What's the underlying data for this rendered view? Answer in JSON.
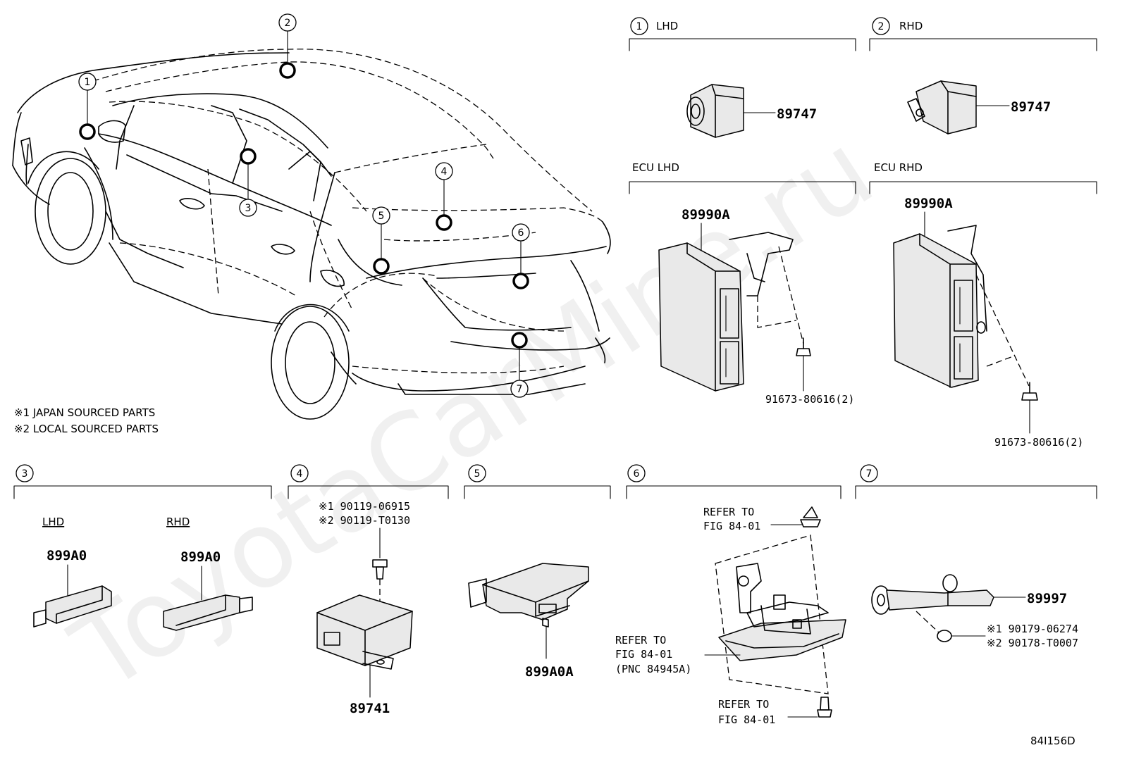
{
  "callouts": [
    "1",
    "2",
    "3",
    "4",
    "5",
    "6",
    "7"
  ],
  "sections": {
    "s1": {
      "num": "1",
      "title": "LHD",
      "part": "89747"
    },
    "s2": {
      "num": "2",
      "title": "RHD",
      "part": "89747"
    },
    "ecu_lhd": {
      "title": "ECU  LHD",
      "part": "89990A",
      "bolt": "91673-80616(2)"
    },
    "ecu_rhd": {
      "title": "ECU  RHD",
      "part": "89990A",
      "bolt": "91673-80616(2)"
    },
    "s3": {
      "num": "3",
      "lhd_label": "LHD",
      "rhd_label": "RHD",
      "part_lhd": "899A0",
      "part_rhd": "899A0"
    },
    "s4": {
      "num": "4",
      "bolt_j": "※1 90119-06915",
      "bolt_l": "※2 90119-T0130",
      "part": "89741"
    },
    "s5": {
      "num": "5",
      "part": "899A0A"
    },
    "s6": {
      "num": "6",
      "ref_top": [
        "REFER TO",
        "FIG 84-01"
      ],
      "ref_left": [
        "REFER TO",
        "FIG 84-01",
        "(PNC 84945A)"
      ],
      "ref_bottom": [
        "REFER TO",
        "FIG 84-01"
      ]
    },
    "s7": {
      "num": "7",
      "part": "89997",
      "clip_j": "※1 90179-06274",
      "clip_l": "※2 90178-T0007"
    }
  },
  "notes": {
    "japan": "※1 JAPAN SOURCED PARTS",
    "local": "※2 LOCAL SOURCED PARTS"
  },
  "watermark": "ToyotaCarMine.ru",
  "figure_code": "84I156D"
}
